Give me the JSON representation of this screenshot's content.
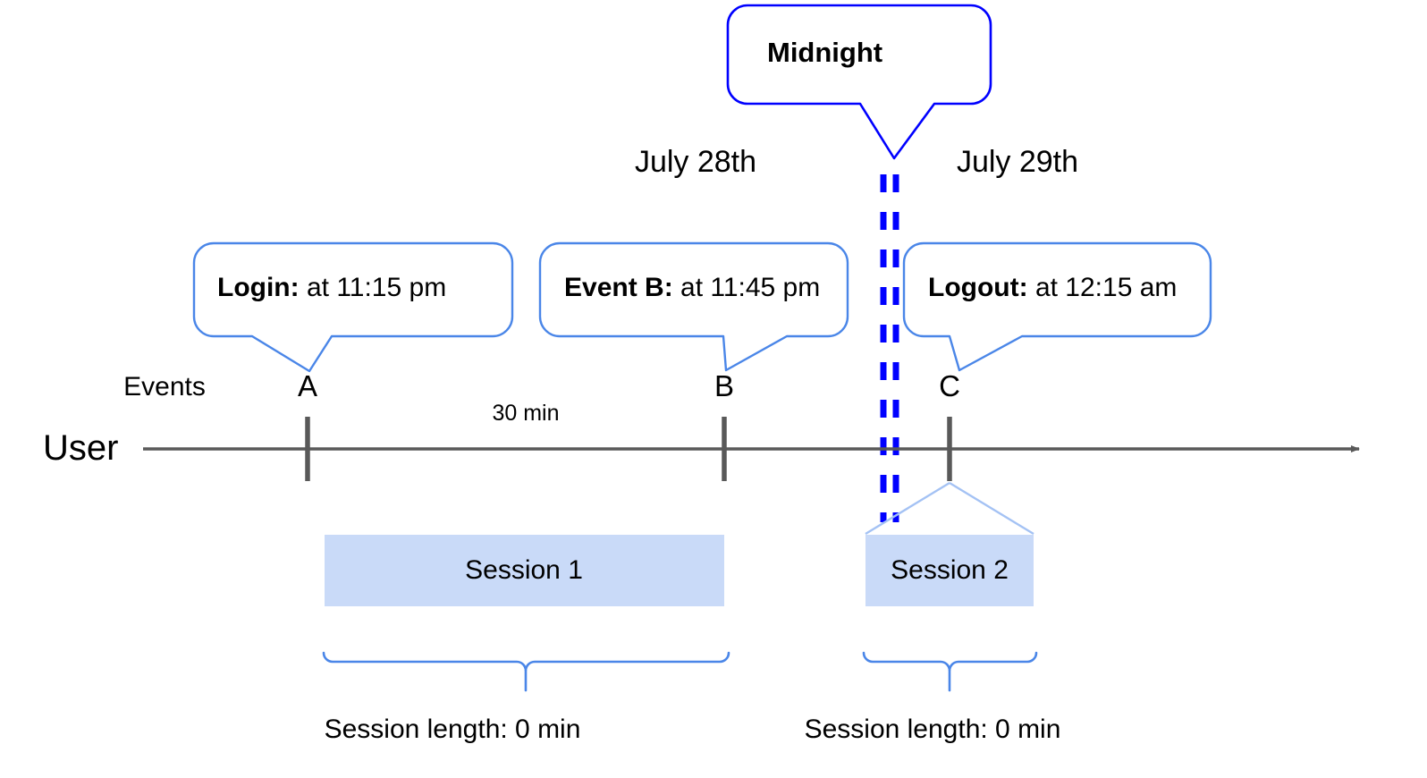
{
  "diagram": {
    "title_callout": {
      "label": "Midnight",
      "border_color": "#0000ff"
    },
    "dates": [
      {
        "name": "date-july-28",
        "label": "July 28th"
      },
      {
        "name": "date-july-29",
        "label": "July 29th"
      }
    ],
    "event_callouts": [
      {
        "name": "callout-login",
        "bold": "Login:",
        "rest": " at 11:15 pm"
      },
      {
        "name": "callout-event-b",
        "bold": "Event B:",
        "rest": " at 11:45 pm"
      },
      {
        "name": "callout-logout",
        "bold": "Logout:",
        "rest": " at 12:15 am"
      }
    ],
    "axis": {
      "row_label": "User",
      "events_label": "Events",
      "event_markers": [
        "A",
        "B",
        "C"
      ],
      "gap_label": "30 min",
      "line_color": "#595959"
    },
    "sessions": [
      {
        "name": "session-1",
        "label": "Session 1",
        "length_label": "Session length: 0 min"
      },
      {
        "name": "session-2",
        "label": "Session 2",
        "length_label": "Session length: 0 min"
      }
    ],
    "colors": {
      "callout_border": "#4a86e8",
      "midnight_border": "#0000ff",
      "midnight_dash": "#0000ff",
      "session_fill": "#c9daf8",
      "session_leader": "#a4c2f4",
      "brace": "#4a86e8",
      "axis": "#595959"
    }
  }
}
